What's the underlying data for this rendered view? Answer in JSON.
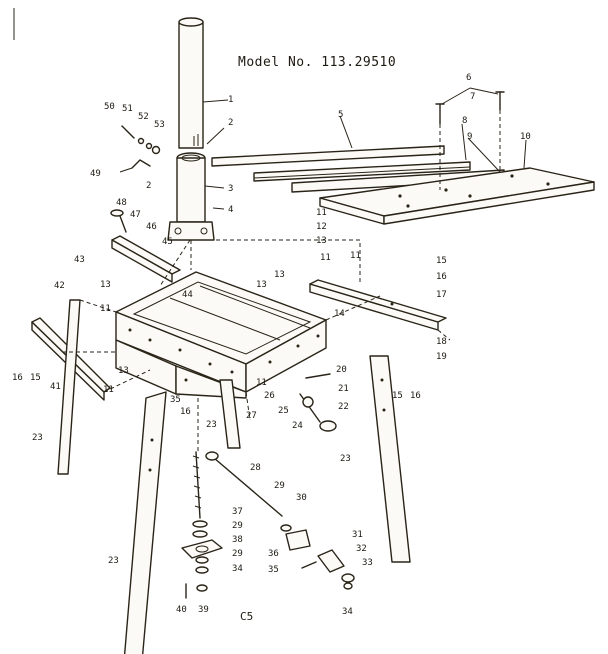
{
  "title": "Model No. 113.29510",
  "footer": "C5",
  "part_labels": [
    {
      "text": "1"
    },
    {
      "text": "2"
    },
    {
      "text": "3"
    },
    {
      "text": "4"
    },
    {
      "text": "5"
    },
    {
      "text": "6"
    },
    {
      "text": "7"
    },
    {
      "text": "8"
    },
    {
      "text": "9"
    },
    {
      "text": "10"
    },
    {
      "text": "11"
    },
    {
      "text": "12"
    },
    {
      "text": "13"
    },
    {
      "text": "11"
    },
    {
      "text": "13"
    },
    {
      "text": "15"
    },
    {
      "text": "16"
    },
    {
      "text": "17"
    },
    {
      "text": "14"
    },
    {
      "text": "18"
    },
    {
      "text": "19"
    },
    {
      "text": "20"
    },
    {
      "text": "21"
    },
    {
      "text": "22"
    },
    {
      "text": "15"
    },
    {
      "text": "16"
    },
    {
      "text": "23"
    },
    {
      "text": "24"
    },
    {
      "text": "25"
    },
    {
      "text": "26"
    },
    {
      "text": "11"
    },
    {
      "text": "27"
    },
    {
      "text": "23"
    },
    {
      "text": "28"
    },
    {
      "text": "29"
    },
    {
      "text": "30"
    },
    {
      "text": "31"
    },
    {
      "text": "32"
    },
    {
      "text": "33"
    },
    {
      "text": "36"
    },
    {
      "text": "35"
    },
    {
      "text": "34"
    },
    {
      "text": "37"
    },
    {
      "text": "29"
    },
    {
      "text": "38"
    },
    {
      "text": "29"
    },
    {
      "text": "34"
    },
    {
      "text": "40"
    },
    {
      "text": "39"
    },
    {
      "text": "23"
    },
    {
      "text": "35"
    },
    {
      "text": "16"
    },
    {
      "text": "13"
    },
    {
      "text": "11"
    },
    {
      "text": "41"
    },
    {
      "text": "15"
    },
    {
      "text": "16"
    },
    {
      "text": "23"
    },
    {
      "text": "42"
    },
    {
      "text": "43"
    },
    {
      "text": "13"
    },
    {
      "text": "11"
    },
    {
      "text": "44"
    },
    {
      "text": "45"
    },
    {
      "text": "46"
    },
    {
      "text": "47"
    },
    {
      "text": "48"
    },
    {
      "text": "49"
    },
    {
      "text": "2"
    },
    {
      "text": "50"
    },
    {
      "text": "51"
    },
    {
      "text": "52"
    },
    {
      "text": "53"
    },
    {
      "text": "13"
    },
    {
      "text": "11"
    }
  ]
}
